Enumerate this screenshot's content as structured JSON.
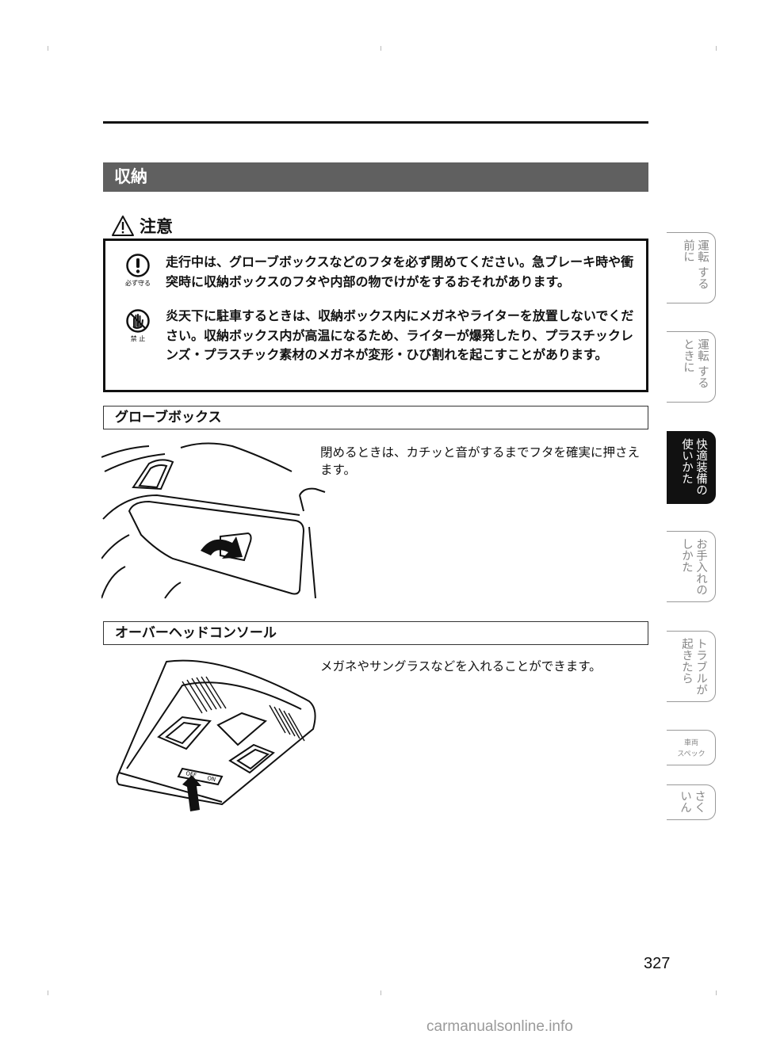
{
  "section": {
    "title": "収納"
  },
  "caution": {
    "title": "注意",
    "items": [
      {
        "icon_label": "必ず守る",
        "icon": "exclamation-icon",
        "text": "走行中は、グローブボックスなどのフタを必ず閉めてください。急ブレーキ時や衝突時に収納ボックスのフタや内部の物でけがをするおそれがあります。"
      },
      {
        "icon_label": "禁 止",
        "icon": "prohibited-hand-icon",
        "text": "炎天下に駐車するときは、収納ボックス内にメガネやライターを放置しないでください。収納ボックス内が高温になるため、ライターが爆発したり、プラスチックレンズ・プラスチック素材のメガネが変形・ひび割れを起こすことがあります。"
      }
    ]
  },
  "glovebox": {
    "heading": "グローブボックス",
    "text": "閉めるときは、カチッと音がするまでフタを確実に押さえます。"
  },
  "overhead": {
    "heading": "オーバーヘッドコンソール",
    "text": "メガネやサングラスなどを入れることができます。",
    "switch_off": "OFF",
    "switch_on": "ON"
  },
  "tabs": [
    {
      "col1": "運転",
      "col2": "前に",
      "col3": "する",
      "active": false
    },
    {
      "col1": "運転",
      "col2": "ときに",
      "col3": "する",
      "active": false
    },
    {
      "col1": "快適装備の",
      "col2": "使いかた",
      "active": true
    },
    {
      "col1": "お手入れの",
      "col2": "しかた",
      "active": false
    },
    {
      "col1": "トラブルが",
      "col2": "起きたら",
      "active": false
    },
    {
      "top": "車両",
      "bottom": "スペック",
      "active": false
    },
    {
      "col1": "さく",
      "col2": "いん",
      "active": false
    }
  ],
  "page_number": "327",
  "watermark": "carmanualsonline.info"
}
